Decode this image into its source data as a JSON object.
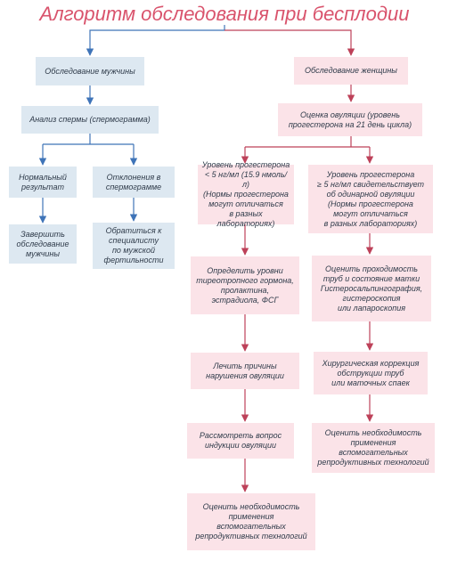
{
  "title": "Алгоритм обследования при бесплодии",
  "colors": {
    "title": "#d9536c",
    "blue_box": "#dde8f1",
    "pink_box": "#fbe3e8",
    "blue_arrow": "#3f74b8",
    "pink_arrow": "#bd4159"
  },
  "nodes": {
    "men_exam": "Обследование мужчины",
    "semen_analysis": "Анализ спермы (спермограмма)",
    "normal_result": "Нормальный\nрезультат",
    "deviations": "Отклонения в\nспермограмме",
    "finish_exam": "Завершить\nобследование\nмужчины",
    "see_specialist": "Обратиться к\nспециалисту\nпо мужской\nфертильности",
    "women_exam": "Обследование женщины",
    "ovulation_eval": "Оценка овуляции (уровень\nпрогестерона на 21 день цикла)",
    "progesterone_low": "Уровень прогестерона\n< 5 нг/мл (15.9 нмоль/л)\n(Нормы прогестерона\nмогут отличаться\nв разных лабораториях)",
    "progesterone_high": "Уровень прогестерона\n≥ 5 нг/мл свидетельствует\nоб одинарной овуляции\n(Нормы прогестерона\nмогут отличаться\nв разных лабораториях)",
    "hormones": "Определить уровни\nтиреотропного гормона,\nпролактина,\nэстрадиола, ФСГ",
    "tubes_eval": "Оценить проходимость\nтруб и состояние матки\nГистеросальпингография,\nгистероскопия\nили лапароскопия",
    "treat_causes": "Лечить причины\nнарушения овуляции",
    "surgery": "Хирургическая коррекция\nобструкции труб\nили маточных спаек",
    "induction": "Рассмотреть вопрос\nиндукции овуляции",
    "art_right": "Оценить необходимость\nприменения\nвспомогательных\nрепродуктивных технологий",
    "art_left": "Оценить необходимость\nприменения\nвспомогательных\nрепродуктивных технологий"
  }
}
